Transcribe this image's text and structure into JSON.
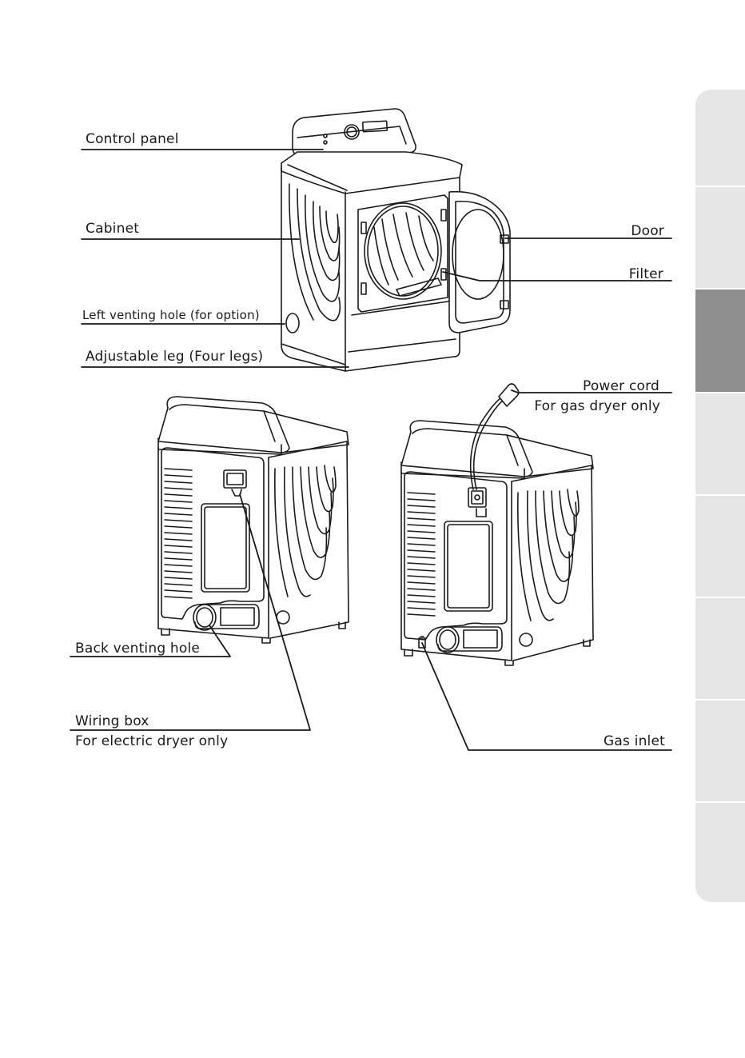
{
  "labels": {
    "control_panel": "Control panel",
    "cabinet": "Cabinet",
    "left_venting_hole": "Left venting hole (for option)",
    "adjustable_leg": "Adjustable leg (Four legs)",
    "door": "Door",
    "filter": "Filter",
    "power_cord": "Power cord",
    "power_cord_note": "For gas dryer only",
    "back_venting_hole": "Back venting hole",
    "wiring_box": "Wiring box",
    "wiring_box_note": "For electric dryer only",
    "gas_inlet": "Gas inlet"
  },
  "side_tabs": {
    "count": 8,
    "active_index": 2,
    "colors": {
      "inactive": "#e6e6e6",
      "active": "#8f8f8f"
    }
  },
  "colors": {
    "line": "#1a1a1a",
    "paper": "#ffffff"
  }
}
